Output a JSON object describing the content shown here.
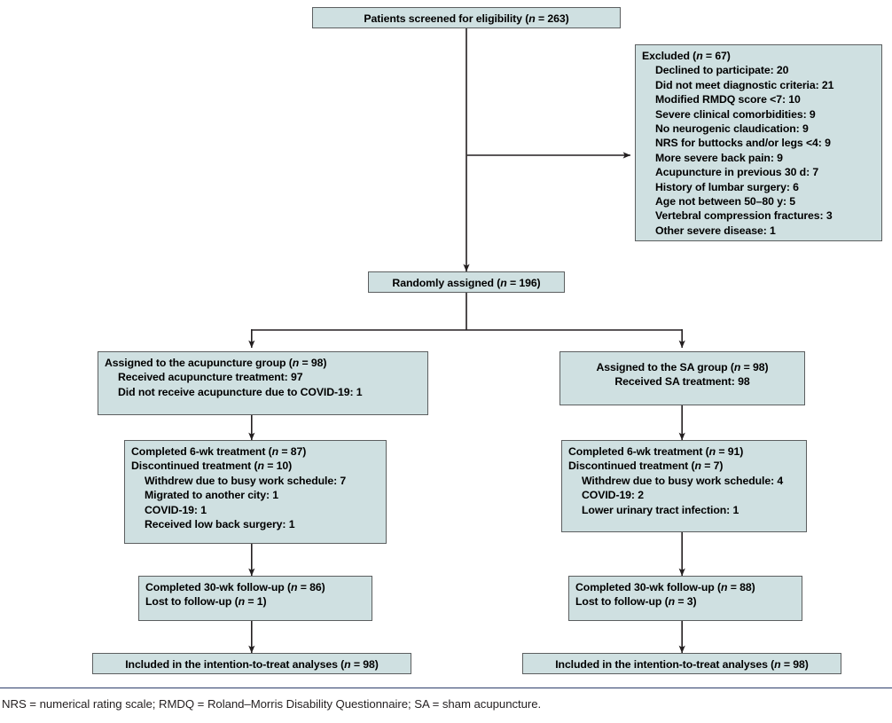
{
  "figure": {
    "type": "consort-flow-diagram",
    "colors": {
      "box_fill": "#cfe0e1",
      "box_border": "#5c5f60",
      "connector": "#231f20",
      "rule": "#2c3e6b",
      "text": "#000000"
    }
  },
  "nodes": {
    "screened": {
      "lines": [
        "Patients screened for eligibility (n = 263)"
      ]
    },
    "excluded": {
      "heading": "Excluded (n = 67)",
      "reasons": [
        "Declined to participate: 20",
        "Did not meet diagnostic criteria: 21",
        "Modified RMDQ score <7: 10",
        "Severe clinical comorbidities: 9",
        "No neurogenic claudication: 9",
        "NRS for buttocks and/or legs <4: 9",
        "More severe back pain: 9",
        "Acupuncture in previous 30 d: 7",
        "History of lumbar surgery: 6",
        "Age not between 50–80 y: 5",
        "Vertebral compression fractures: 3",
        "Other severe disease: 1"
      ]
    },
    "randomized": {
      "lines": [
        "Randomly assigned (n = 196)"
      ]
    },
    "acu_assigned": {
      "heading": "Assigned to the acupuncture group (n = 98)",
      "details": [
        "Received acupuncture treatment: 97",
        "Did not receive acupuncture due to COVID-19: 1"
      ]
    },
    "sa_assigned": {
      "heading": "Assigned to the SA group (n = 98)",
      "details": [
        "Received SA treatment: 98"
      ]
    },
    "acu_treatment": {
      "heading": "Completed 6-wk treatment (n = 87)",
      "subheading": "Discontinued treatment (n = 10)",
      "details": [
        "Withdrew due to busy work schedule: 7",
        "Migrated to another city: 1",
        "COVID-19: 1",
        "Received low back surgery: 1"
      ]
    },
    "sa_treatment": {
      "heading": "Completed 6-wk treatment (n = 91)",
      "subheading": "Discontinued treatment (n = 7)",
      "details": [
        "Withdrew due to busy work schedule: 4",
        "COVID-19: 2",
        "Lower urinary tract infection: 1"
      ]
    },
    "acu_followup": {
      "heading": "Completed 30-wk follow-up (n = 86)",
      "subheading": "Lost to follow-up (n = 1)"
    },
    "sa_followup": {
      "heading": "Completed 30-wk follow-up (n = 88)",
      "subheading": "Lost to follow-up (n = 3)"
    },
    "acu_itt": {
      "lines": [
        "Included in the intention-to-treat analyses (n = 98)"
      ]
    },
    "sa_itt": {
      "lines": [
        "Included in the intention-to-treat analyses (n = 98)"
      ]
    }
  },
  "footnote": {
    "text": "NRS = numerical rating scale; RMDQ = Roland–Morris Disability Questionnaire; SA = sham acupuncture."
  }
}
